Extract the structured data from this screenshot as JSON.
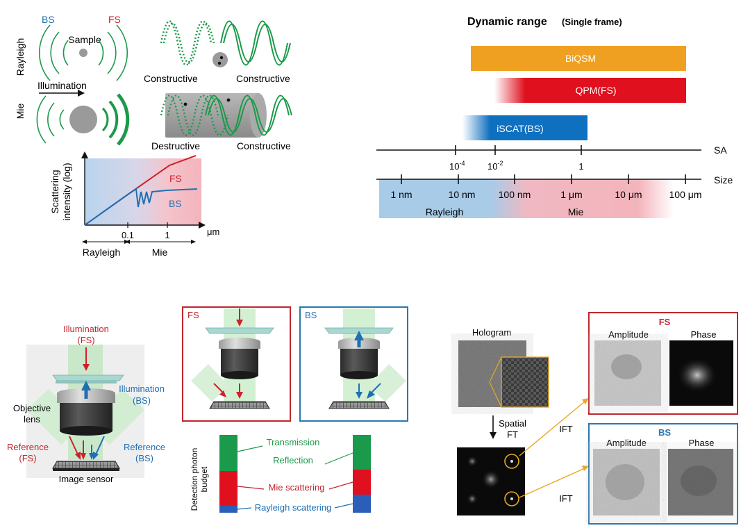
{
  "colors": {
    "fs_red": "#d0202c",
    "bs_blue": "#1f6fb4",
    "green": "#1a9a4a",
    "orange": "#f0a020",
    "panel_red": "#c0262e",
    "panel_blue": "#2a78b0",
    "rayleigh_bg": "#a8cbe8",
    "mie_bg": "#f4b4bc",
    "gold": "#e8a820"
  },
  "panel_a": {
    "bs": "BS",
    "fs": "FS",
    "rayleigh": "Rayleigh",
    "mie": "Mie",
    "sample": "Sample",
    "illumination": "Illumination",
    "constructive_1": "Constructive",
    "constructive_2": "Constructive",
    "destructive": "Destructive",
    "constructive_3": "Constructive"
  },
  "scatter_plot": {
    "ylabel_1": "Scattering",
    "ylabel_2": "intensity (log)",
    "fs": "FS",
    "bs": "BS",
    "tick_01": "0.1",
    "tick_1": "1",
    "unit": "μm",
    "rayleigh": "Rayleigh",
    "mie": "Mie"
  },
  "dynamic_range": {
    "title": "Dynamic range",
    "subtitle": "(Single frame)",
    "bars": [
      {
        "label": "BiQSM",
        "color": "#f0a020"
      },
      {
        "label": "QPM(FS)",
        "color": "#e0101e"
      },
      {
        "label": "iSCAT(BS)",
        "color": "#1070c0"
      }
    ],
    "sa_axis_label": "SA",
    "sa_ticks": [
      "10",
      "10",
      "1"
    ],
    "sa_exponents": [
      "-4",
      "-2",
      ""
    ],
    "size_axis_label": "Size",
    "size_ticks": [
      "1 nm",
      "10 nm",
      "100 nm",
      "1 μm",
      "10 μm",
      "100 μm"
    ],
    "rayleigh": "Rayleigh",
    "mie": "Mie"
  },
  "setup": {
    "illum_fs_1": "Illumination",
    "illum_fs_2": "(FS)",
    "illum_bs_1": "Illumination",
    "illum_bs_2": "(BS)",
    "objective_1": "Objective",
    "objective_2": "lens",
    "ref_fs_1": "Reference",
    "ref_fs_2": "(FS)",
    "ref_bs_1": "Reference",
    "ref_bs_2": "(BS)",
    "sensor": "Image sensor"
  },
  "modes": {
    "fs": "FS",
    "bs": "BS"
  },
  "budget": {
    "ylabel_1": "Detection photon",
    "ylabel_2": "budget",
    "transmission": "Transmission",
    "reflection": "Reflection",
    "mie_scattering": "Mie scattering",
    "rayleigh_scattering": "Rayleigh scattering"
  },
  "processing": {
    "hologram": "Hologram",
    "spatial": "Spatial",
    "ft": "FT",
    "ift_1": "IFT",
    "ift_2": "IFT",
    "fs": "FS",
    "bs": "BS",
    "fs_amplitude": "Amplitude",
    "fs_phase": "Phase",
    "bs_amplitude": "Amplitude",
    "bs_phase": "Phase"
  }
}
